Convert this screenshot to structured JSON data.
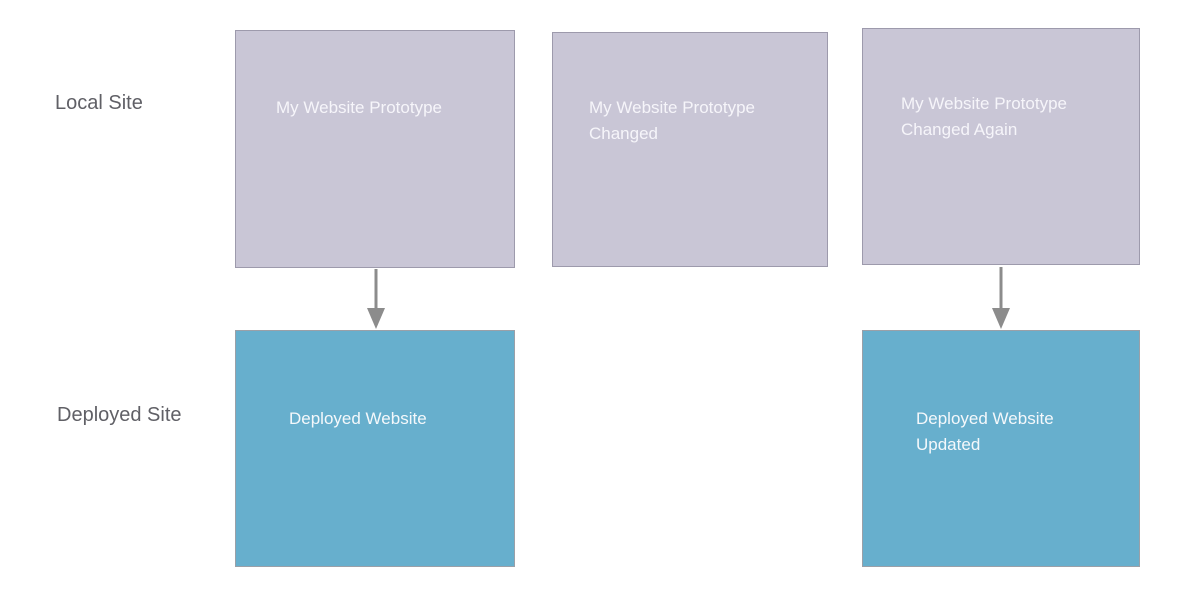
{
  "diagram": {
    "row_labels": {
      "local": "Local Site",
      "deployed": "Deployed Site"
    },
    "local_boxes": [
      {
        "label": "My Website Prototype"
      },
      {
        "label": "My Website Prototype Changed"
      },
      {
        "label": "My Website Prototype Changed Again"
      }
    ],
    "deployed_boxes": [
      {
        "label": "Deployed Website"
      },
      {
        "label": "Deployed Website Updated"
      }
    ],
    "colors": {
      "local_box_fill": "#c9c6d6",
      "local_box_border": "#9d9aac",
      "deployed_box_fill": "#67afcd",
      "deployed_box_border": "#9aa0a8",
      "arrow": "#8c8c8c",
      "row_label_text": "#606066",
      "box_text": "#f6f5fa",
      "background": "#ffffff"
    }
  }
}
